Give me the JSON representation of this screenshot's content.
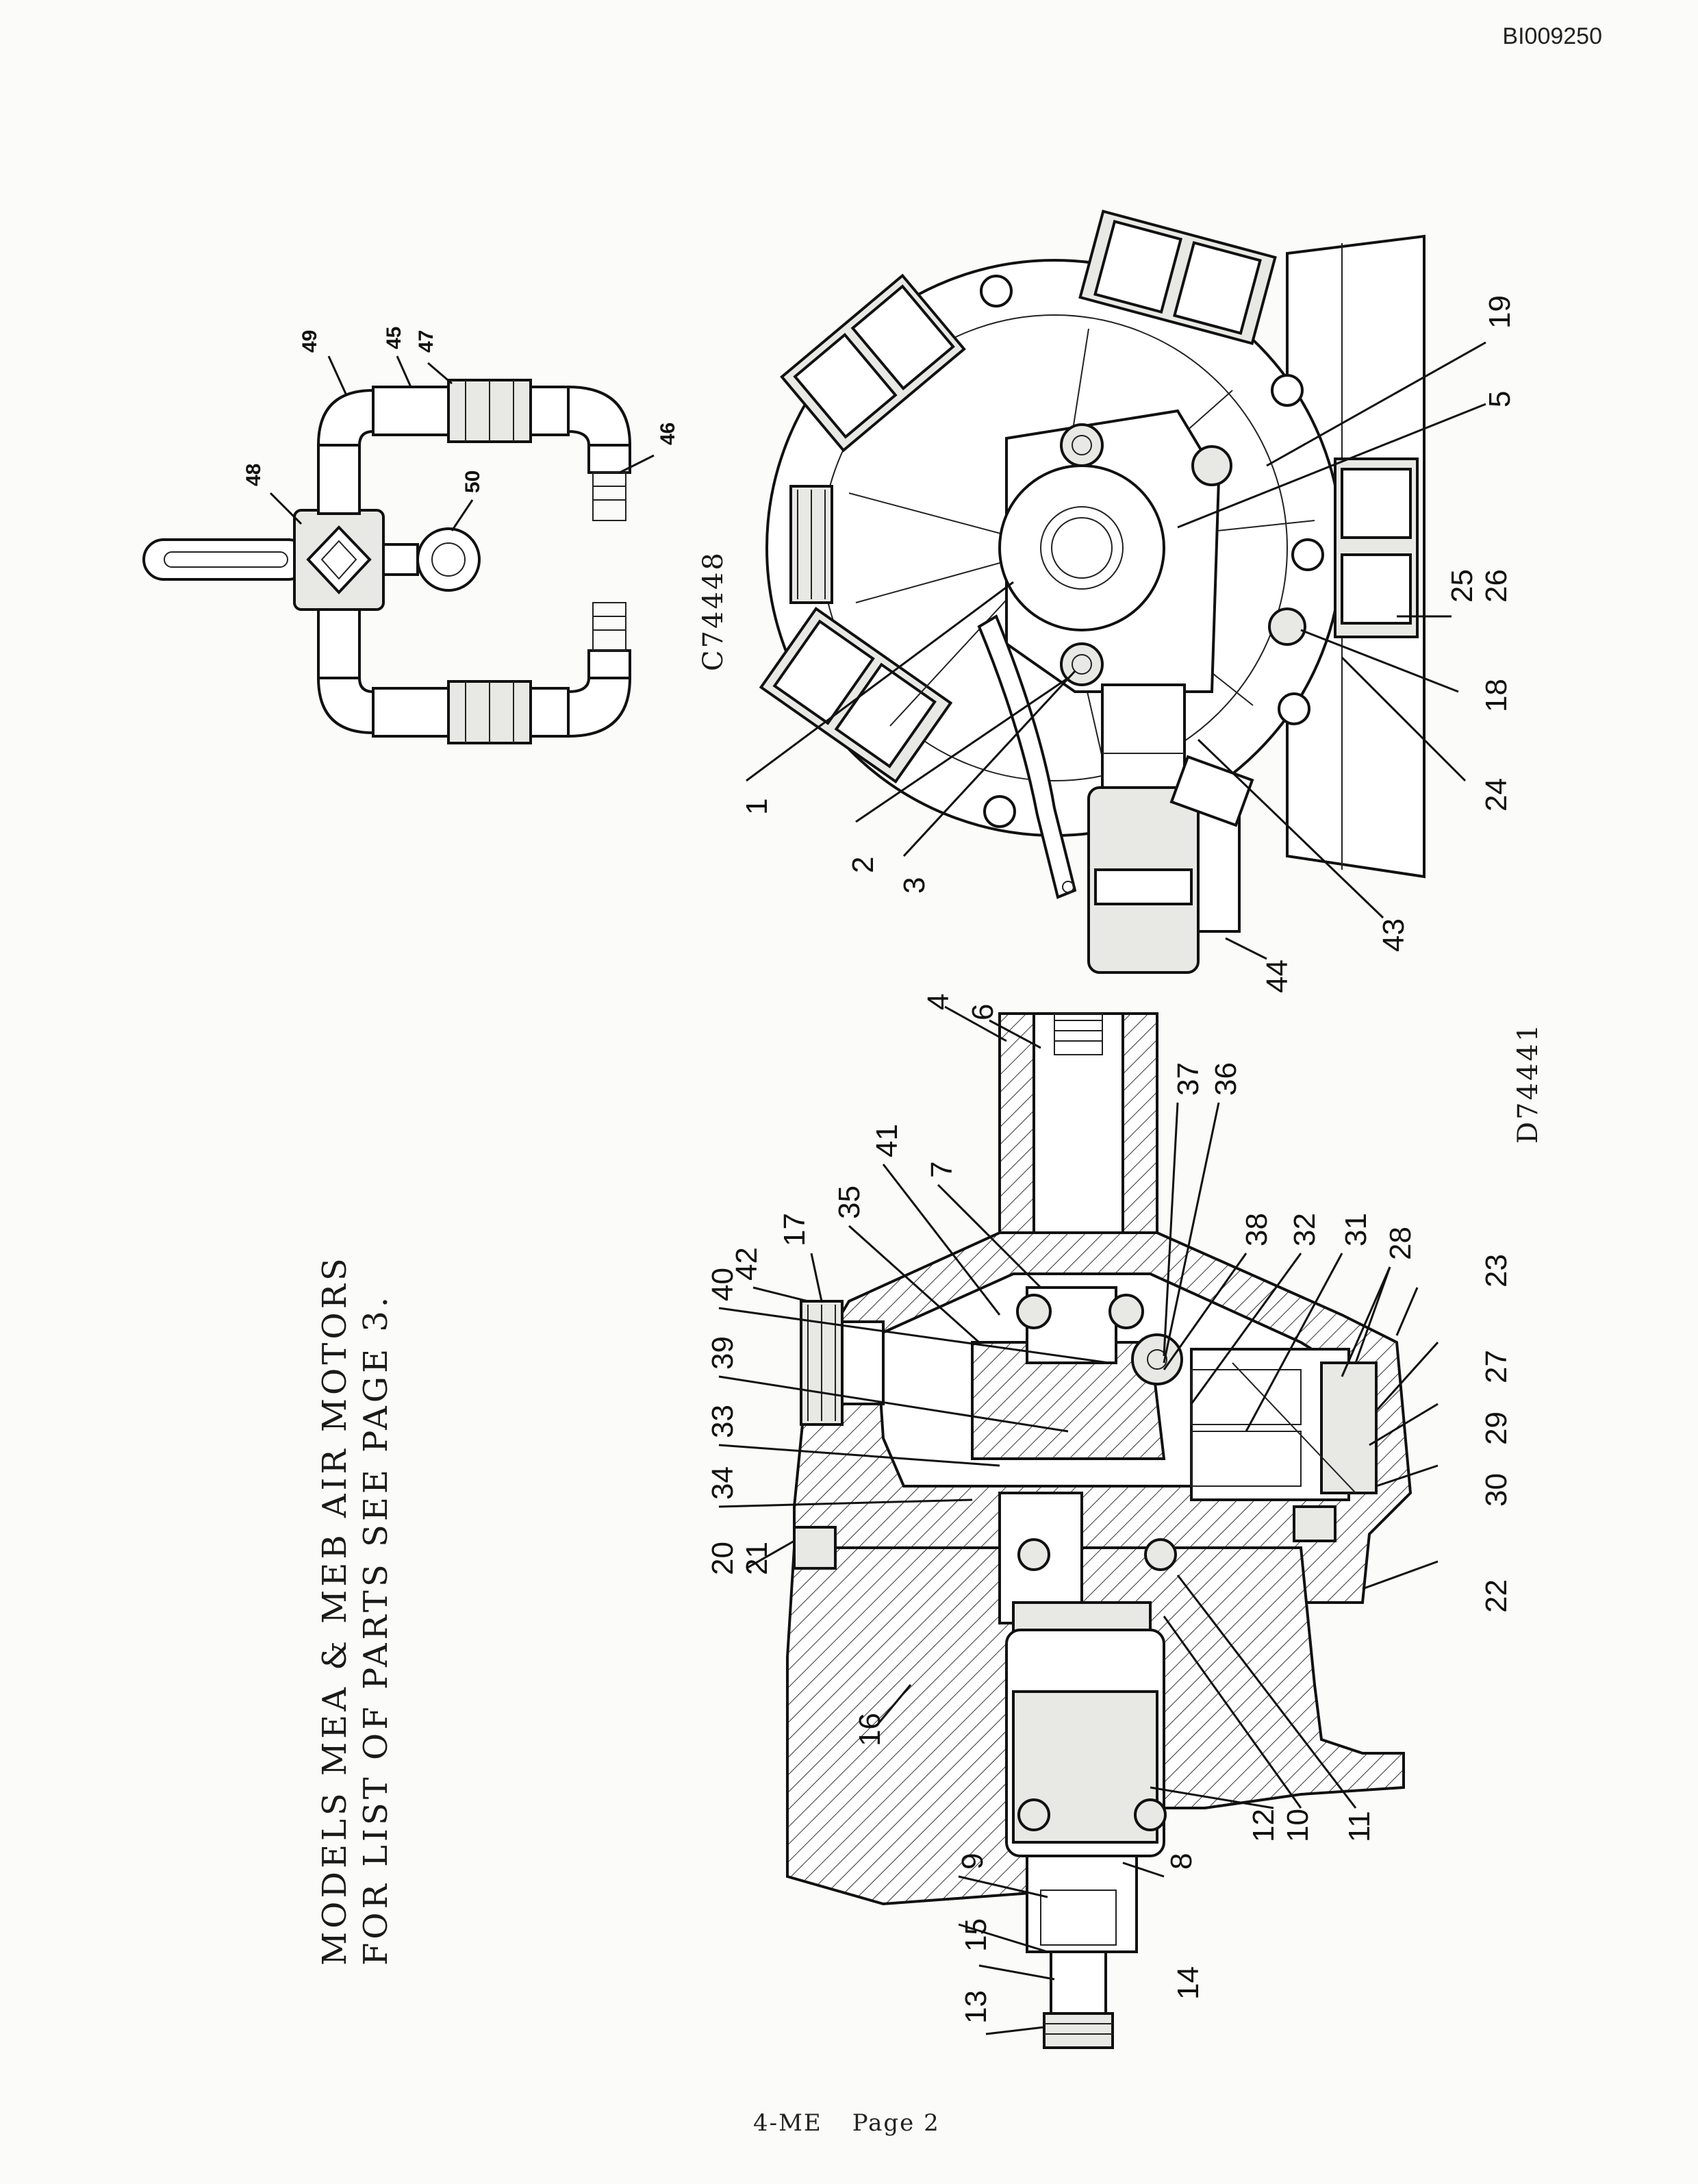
{
  "doc_id": "BI009250",
  "title_lines": [
    "MODELS MEA & MEB AIR MOTORS",
    "FOR LIST OF PARTS SEE PAGE 3."
  ],
  "figure_codes": {
    "front_view": "C74448",
    "section_view": "D74441"
  },
  "footer": {
    "section": "4-ME",
    "page": "Page 2"
  },
  "callouts_piping": [
    "46",
    "47",
    "45",
    "49",
    "48",
    "50"
  ],
  "callouts_front": [
    "19",
    "5",
    "25",
    "26",
    "18",
    "24",
    "43",
    "44",
    "3",
    "2",
    "1"
  ],
  "callouts_section_top": [
    "4",
    "6",
    "37",
    "36",
    "38",
    "32",
    "31",
    "28",
    "23",
    "27",
    "29",
    "30",
    "22"
  ],
  "callouts_section_bottom": [
    "7",
    "41",
    "35",
    "17",
    "42",
    "40",
    "39",
    "33",
    "34",
    "20",
    "21",
    "16",
    "9",
    "15",
    "13",
    "14",
    "8",
    "12",
    "10",
    "11"
  ]
}
